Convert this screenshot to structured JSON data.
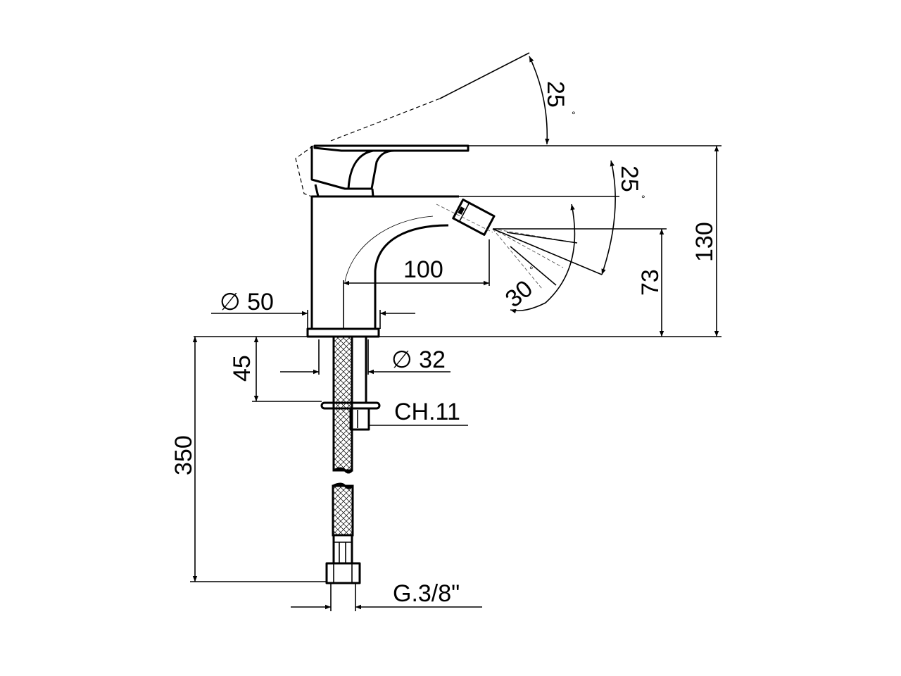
{
  "drawing": {
    "dimensions": {
      "lever_angle": "25",
      "spray_angle": "25",
      "jet_angle": "30",
      "degree_symbol": "°",
      "spout_reach": "100",
      "outlet_height": "73",
      "total_height": "130",
      "base_diameter": "∅ 50",
      "shank_diameter": "∅ 32",
      "deck_thickness": "45",
      "hose_length": "350",
      "nut_wrench": "CH.11",
      "thread": "G.3/8\""
    },
    "colors": {
      "line": "#000000",
      "background": "#ffffff"
    }
  }
}
